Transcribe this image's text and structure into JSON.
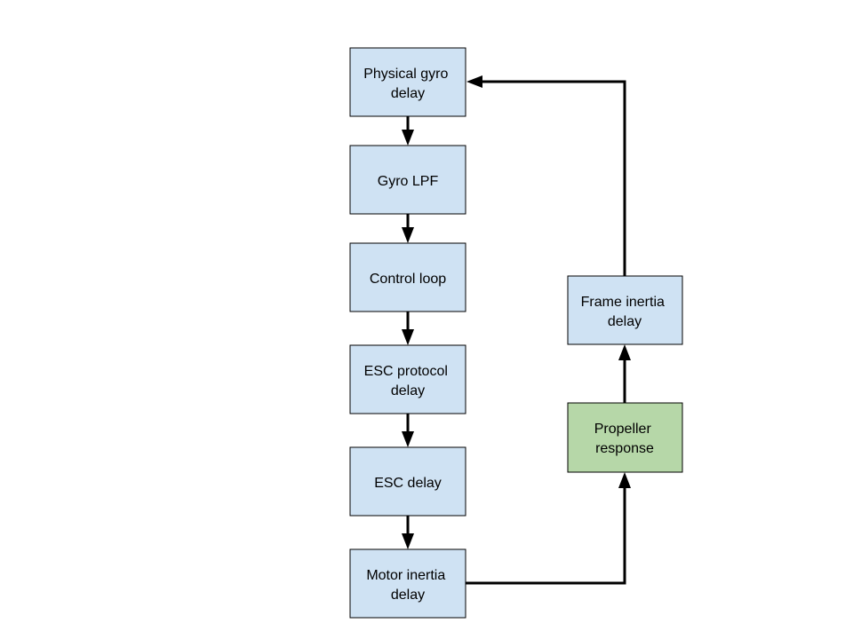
{
  "colors": {
    "box_blue": "#cfe2f3",
    "box_green": "#b6d7a8",
    "stroke": "#000000"
  },
  "nodes": {
    "physical_gyro_delay": {
      "line1": "Physical gyro",
      "line2": "delay"
    },
    "gyro_lpf": {
      "line1": "Gyro LPF"
    },
    "control_loop": {
      "line1": "Control loop"
    },
    "esc_protocol_delay": {
      "line1": "ESC protocol",
      "line2": "delay"
    },
    "esc_delay": {
      "line1": "ESC delay"
    },
    "motor_inertia_delay": {
      "line1": "Motor inertia",
      "line2": "delay"
    },
    "propeller_response": {
      "line1": "Propeller",
      "line2": "response"
    },
    "frame_inertia_delay": {
      "line1": "Frame inertia",
      "line2": "delay"
    }
  },
  "edges": [
    {
      "from": "physical_gyro_delay",
      "to": "gyro_lpf"
    },
    {
      "from": "gyro_lpf",
      "to": "control_loop"
    },
    {
      "from": "control_loop",
      "to": "esc_protocol_delay"
    },
    {
      "from": "esc_protocol_delay",
      "to": "esc_delay"
    },
    {
      "from": "esc_delay",
      "to": "motor_inertia_delay"
    },
    {
      "from": "motor_inertia_delay",
      "to": "propeller_response"
    },
    {
      "from": "propeller_response",
      "to": "frame_inertia_delay"
    },
    {
      "from": "frame_inertia_delay",
      "to": "physical_gyro_delay"
    }
  ]
}
